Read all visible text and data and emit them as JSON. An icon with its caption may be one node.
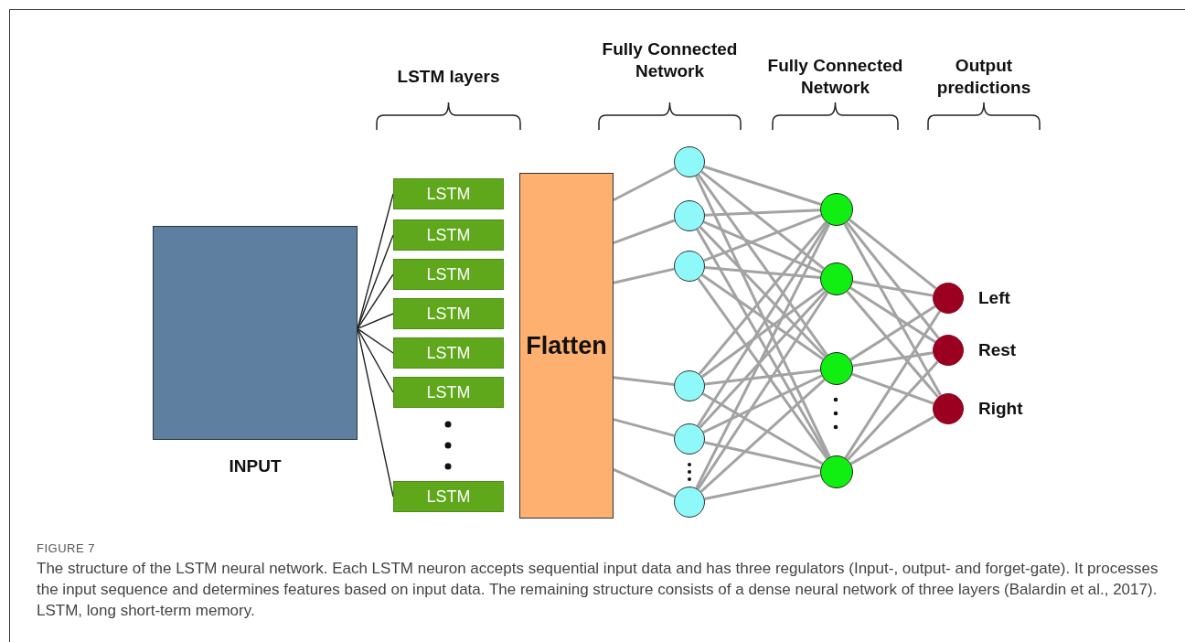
{
  "diagram": {
    "caption": "The structure of the LSTM neural network. Each LSTM neuron accepts sequential input data and has three regulators (Input-, output- and forget-gate). It processes the input sequence and determines features based on input data. The remaining structure consists of a dense neural network of three layers (Balardin et al., 2017). LSTM, long short-term memory.",
    "nodes": [
      {
        "text": [
          "INPUT"
        ]
      },
      {
        "text": [
          "LSTM"
        ]
      },
      {
        "text": [
          "LSTM"
        ]
      },
      {
        "text": [
          "LSTM"
        ]
      },
      {
        "text": [
          "LSTM"
        ]
      },
      {
        "text": [
          "LSTM"
        ]
      },
      {
        "text": [
          "LSTM"
        ]
      },
      {
        "text": [
          "LSTM"
        ]
      },
      {
        "text": [
          "Flatten"
        ]
      },
      {
        "text": [],
        "shape": "circle"
      },
      {
        "text": [],
        "shape": "circle"
      },
      {
        "text": [],
        "shape": "circle"
      },
      {
        "text": [],
        "shape": "circle"
      },
      {
        "text": [],
        "shape": "circle"
      },
      {
        "text": [],
        "shape": "circle"
      },
      {
        "text": [],
        "shape": "circle"
      },
      {
        "text": [],
        "shape": "circle"
      },
      {
        "text": [],
        "shape": "circle"
      },
      {
        "text": [],
        "shape": "circle"
      },
      {
        "text": [],
        "shape": "circle",
        "beside": [
          "Left"
        ]
      },
      {
        "text": [],
        "shape": "circle",
        "beside": [
          "Rest"
        ]
      },
      {
        "text": [],
        "shape": "circle",
        "beside": [
          "Right"
        ]
      }
    ],
    "edges": [
      {
        "from": 0,
        "to": 1,
        "arrow": "none",
        "color": "#222222"
      },
      {
        "from": 0,
        "to": 2,
        "arrow": "none",
        "color": "#222222"
      },
      {
        "from": 0,
        "to": 3,
        "arrow": "none",
        "color": "#222222"
      },
      {
        "from": 0,
        "to": 4,
        "arrow": "none",
        "color": "#222222"
      },
      {
        "from": 0,
        "to": 5,
        "arrow": "none",
        "color": "#222222"
      },
      {
        "from": 0,
        "to": 6,
        "arrow": "none",
        "color": "#222222"
      },
      {
        "from": 0,
        "to": 7,
        "arrow": "none",
        "color": "#222222"
      },
      {
        "from": 8,
        "to": 9,
        "arrow": "none"
      },
      {
        "from": 8,
        "to": 10,
        "arrow": "none"
      },
      {
        "from": 8,
        "to": 11,
        "arrow": "none"
      },
      {
        "from": 8,
        "to": 12,
        "arrow": "none"
      },
      {
        "from": 8,
        "to": 13,
        "arrow": "none"
      },
      {
        "from": 8,
        "to": 14,
        "arrow": "none"
      },
      {
        "from": 9,
        "to": 15,
        "arrow": "none"
      },
      {
        "from": 9,
        "to": 16,
        "arrow": "none"
      },
      {
        "from": 9,
        "to": 17,
        "arrow": "none"
      },
      {
        "from": 9,
        "to": 18,
        "arrow": "none"
      },
      {
        "from": 10,
        "to": 15,
        "arrow": "none"
      },
      {
        "from": 10,
        "to": 16,
        "arrow": "none"
      },
      {
        "from": 10,
        "to": 17,
        "arrow": "none"
      },
      {
        "from": 10,
        "to": 18,
        "arrow": "none"
      },
      {
        "from": 11,
        "to": 15,
        "arrow": "none"
      },
      {
        "from": 11,
        "to": 16,
        "arrow": "none"
      },
      {
        "from": 11,
        "to": 17,
        "arrow": "none"
      },
      {
        "from": 11,
        "to": 18,
        "arrow": "none"
      },
      {
        "from": 12,
        "to": 15,
        "arrow": "none"
      },
      {
        "from": 12,
        "to": 16,
        "arrow": "none"
      },
      {
        "from": 12,
        "to": 17,
        "arrow": "none"
      },
      {
        "from": 12,
        "to": 18,
        "arrow": "none"
      },
      {
        "from": 13,
        "to": 15,
        "arrow": "none"
      },
      {
        "from": 13,
        "to": 16,
        "arrow": "none"
      },
      {
        "from": 13,
        "to": 17,
        "arrow": "none"
      },
      {
        "from": 13,
        "to": 18,
        "arrow": "none"
      },
      {
        "from": 14,
        "to": 15,
        "arrow": "none"
      },
      {
        "from": 14,
        "to": 16,
        "arrow": "none"
      },
      {
        "from": 14,
        "to": 17,
        "arrow": "none"
      },
      {
        "from": 14,
        "to": 18,
        "arrow": "none"
      },
      {
        "from": 15,
        "to": 19,
        "arrow": "none"
      },
      {
        "from": 15,
        "to": 20,
        "arrow": "none"
      },
      {
        "from": 15,
        "to": 21,
        "arrow": "none"
      },
      {
        "from": 16,
        "to": 19,
        "arrow": "none"
      },
      {
        "from": 16,
        "to": 20,
        "arrow": "none"
      },
      {
        "from": 16,
        "to": 21,
        "arrow": "none"
      },
      {
        "from": 17,
        "to": 19,
        "arrow": "none"
      },
      {
        "from": 17,
        "to": 20,
        "arrow": "none"
      },
      {
        "from": 17,
        "to": 21,
        "arrow": "none"
      },
      {
        "from": 18,
        "to": 19,
        "arrow": "none"
      },
      {
        "from": 18,
        "to": 20,
        "arrow": "none"
      },
      {
        "from": 18,
        "to": 21,
        "arrow": "none"
      }
    ],
    "labels": [
      "LSTM layers",
      "Fully Connected Network",
      "Fully Connected Network",
      "Output predictions",
      "FIGURE 7"
    ]
  }
}
